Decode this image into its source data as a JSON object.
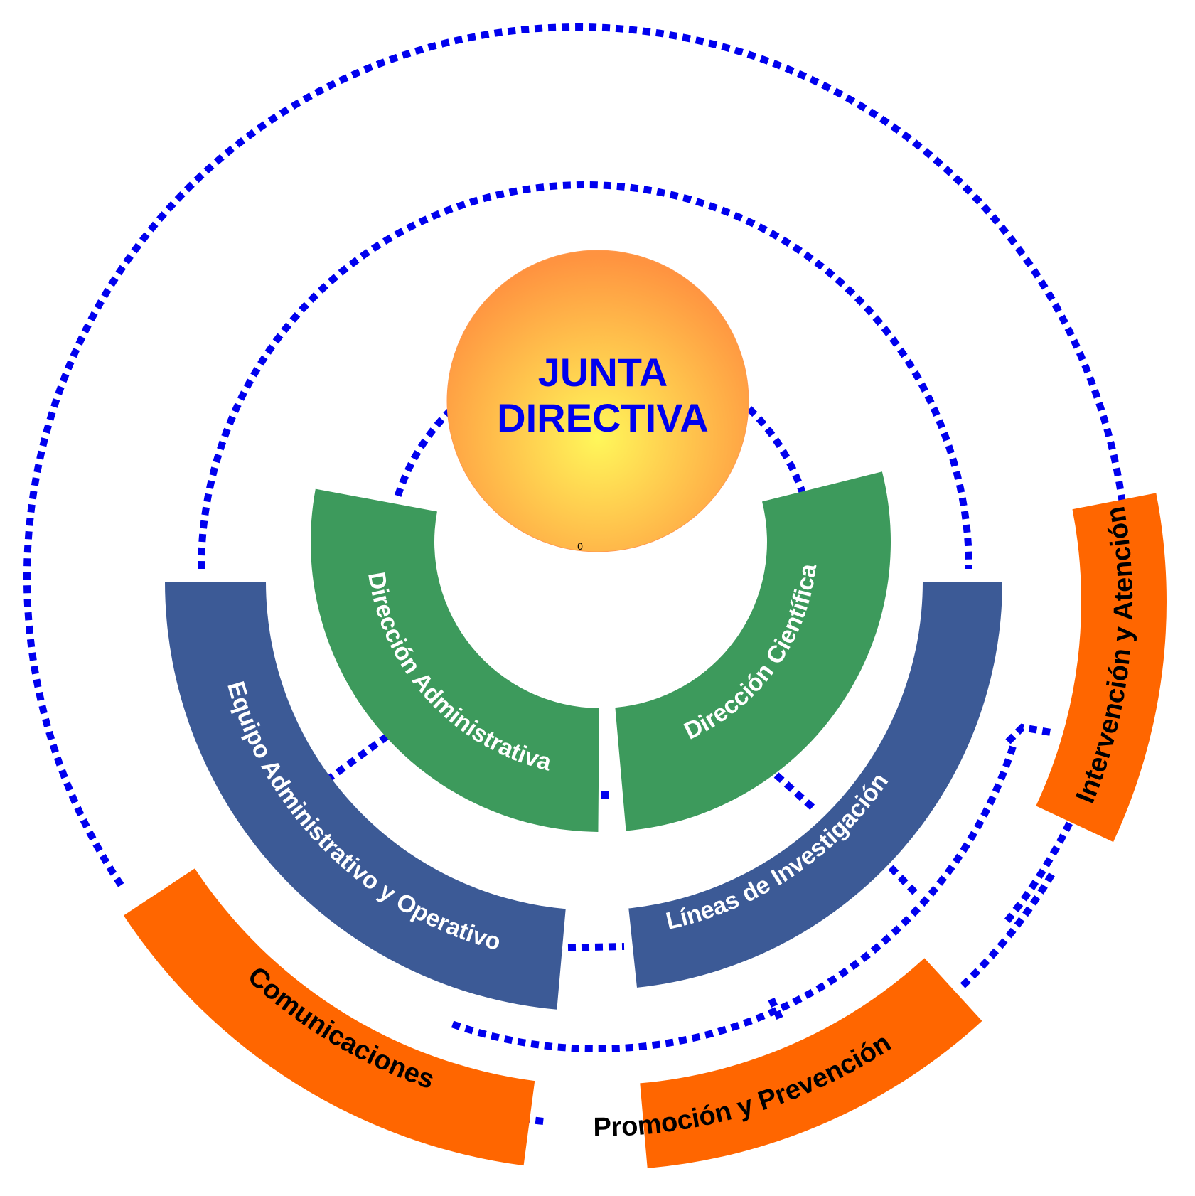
{
  "center_node": {
    "line1": "JUNTA",
    "line2": "DIRECTIVA",
    "marker": "0"
  },
  "inner_ring": [
    {
      "label": "Dirección Administrativa"
    },
    {
      "label": "Dirección Científica"
    }
  ],
  "middle_ring": [
    {
      "label": "Equipo Administrativo y Operativo"
    },
    {
      "label": "Líneas de Investigación"
    }
  ],
  "outer_ring": [
    {
      "label": "Comunicaciones"
    },
    {
      "label": "Promoción y Prevención"
    },
    {
      "label": "Intervención y Atención"
    }
  ],
  "colors": {
    "inner_ring": "#3D9A5C",
    "middle_ring": "#3C5A96",
    "outer_ring": "#FF6600",
    "connectors": "#0000EE",
    "title_text": "#0000EE",
    "circle_center": "#FFF75A",
    "circle_edge": "#FF9340"
  }
}
